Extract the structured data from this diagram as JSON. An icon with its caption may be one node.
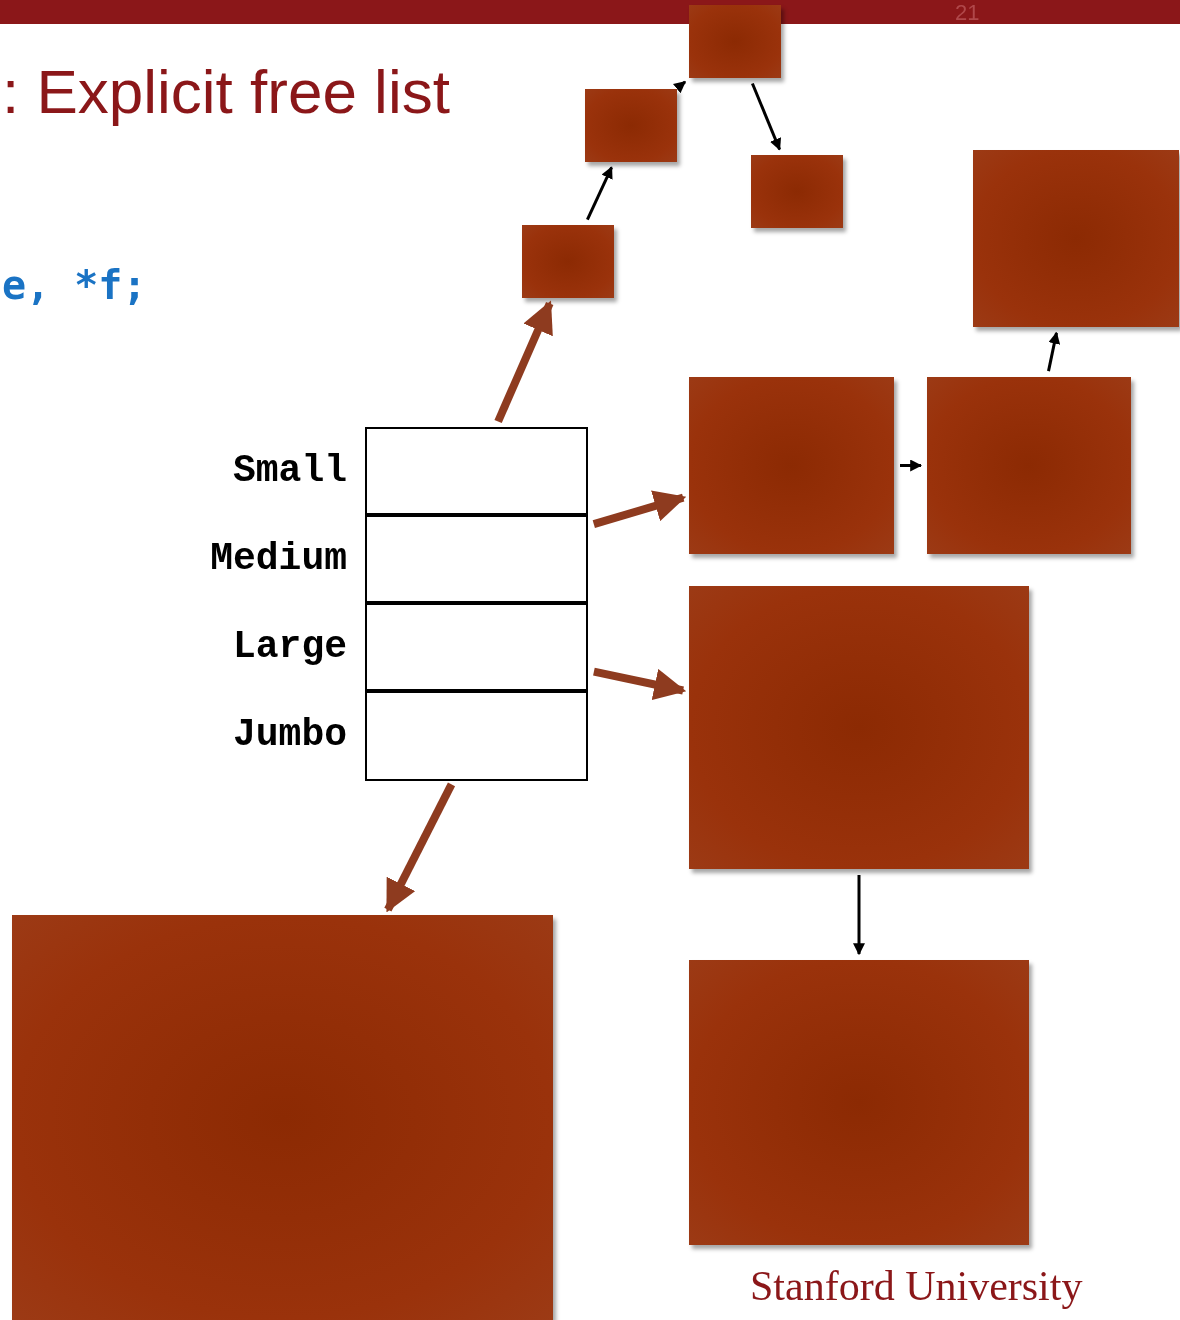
{
  "diagram": {
    "title": ": Explicit free list",
    "nodes": [
      {
        "text": [
          "Small"
        ]
      },
      {
        "text": [
          "Medium"
        ]
      },
      {
        "text": [
          "Large"
        ]
      },
      {
        "text": [
          "Jumbo"
        ]
      },
      {
        "text": [],
        "shape": "box"
      },
      {
        "text": [],
        "shape": "box"
      },
      {
        "text": [],
        "shape": "box"
      },
      {
        "text": [],
        "shape": "box"
      },
      {
        "text": [],
        "shape": "box"
      },
      {
        "text": [],
        "shape": "box"
      },
      {
        "text": [],
        "shape": "box"
      },
      {
        "text": [],
        "shape": "box"
      },
      {
        "text": [],
        "shape": "box"
      },
      {
        "text": [],
        "shape": "box"
      }
    ],
    "edges": [
      {
        "from": 0,
        "to": 8,
        "arrow": "to",
        "style": "thick",
        "color": "#8e3b1f"
      },
      {
        "from": 8,
        "to": 5,
        "arrow": "to"
      },
      {
        "from": 5,
        "to": 4,
        "arrow": "to"
      },
      {
        "from": 4,
        "to": 7,
        "arrow": "to"
      },
      {
        "from": 1,
        "to": 9,
        "arrow": "to",
        "style": "thick",
        "color": "#8e3b1f"
      },
      {
        "from": 9,
        "to": 10,
        "arrow": "to"
      },
      {
        "from": 10,
        "to": 6,
        "arrow": "to"
      },
      {
        "from": 2,
        "to": 11,
        "arrow": "to",
        "style": "thick",
        "color": "#8e3b1f"
      },
      {
        "from": 11,
        "to": 13,
        "arrow": "to"
      },
      {
        "from": 3,
        "to": 12,
        "arrow": "to",
        "style": "thick",
        "color": "#8e3b1f"
      }
    ],
    "labels": [
      "21",
      "e, *f;",
      "Stanford University"
    ]
  }
}
